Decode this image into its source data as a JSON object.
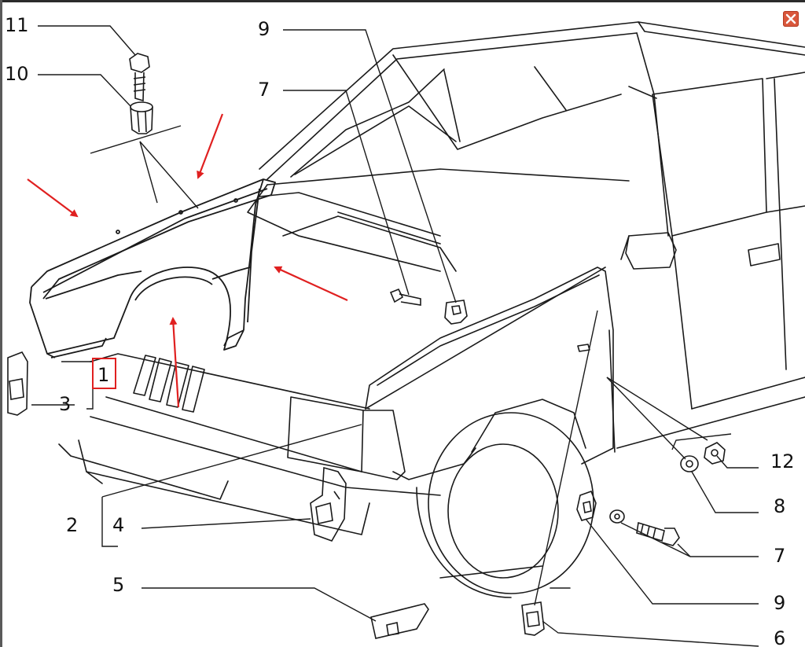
{
  "diagram": {
    "callouts": [
      {
        "id": "c11",
        "text": "11"
      },
      {
        "id": "c10",
        "text": "10"
      },
      {
        "id": "c9top",
        "text": "9"
      },
      {
        "id": "c7top",
        "text": "7"
      },
      {
        "id": "c1",
        "text": "1"
      },
      {
        "id": "c3",
        "text": "3"
      },
      {
        "id": "c2",
        "text": "2"
      },
      {
        "id": "c4",
        "text": "4"
      },
      {
        "id": "c5",
        "text": "5"
      },
      {
        "id": "c12",
        "text": "12"
      },
      {
        "id": "c8",
        "text": "8"
      },
      {
        "id": "c7bot",
        "text": "7"
      },
      {
        "id": "c9bot",
        "text": "9"
      },
      {
        "id": "c6",
        "text": "6"
      }
    ]
  },
  "colors": {
    "line": "#1a1a1a",
    "arrow": "#e02020",
    "highlight": "#e02020",
    "close_button": "#d9573c"
  },
  "icons": {
    "close": "close-icon"
  }
}
